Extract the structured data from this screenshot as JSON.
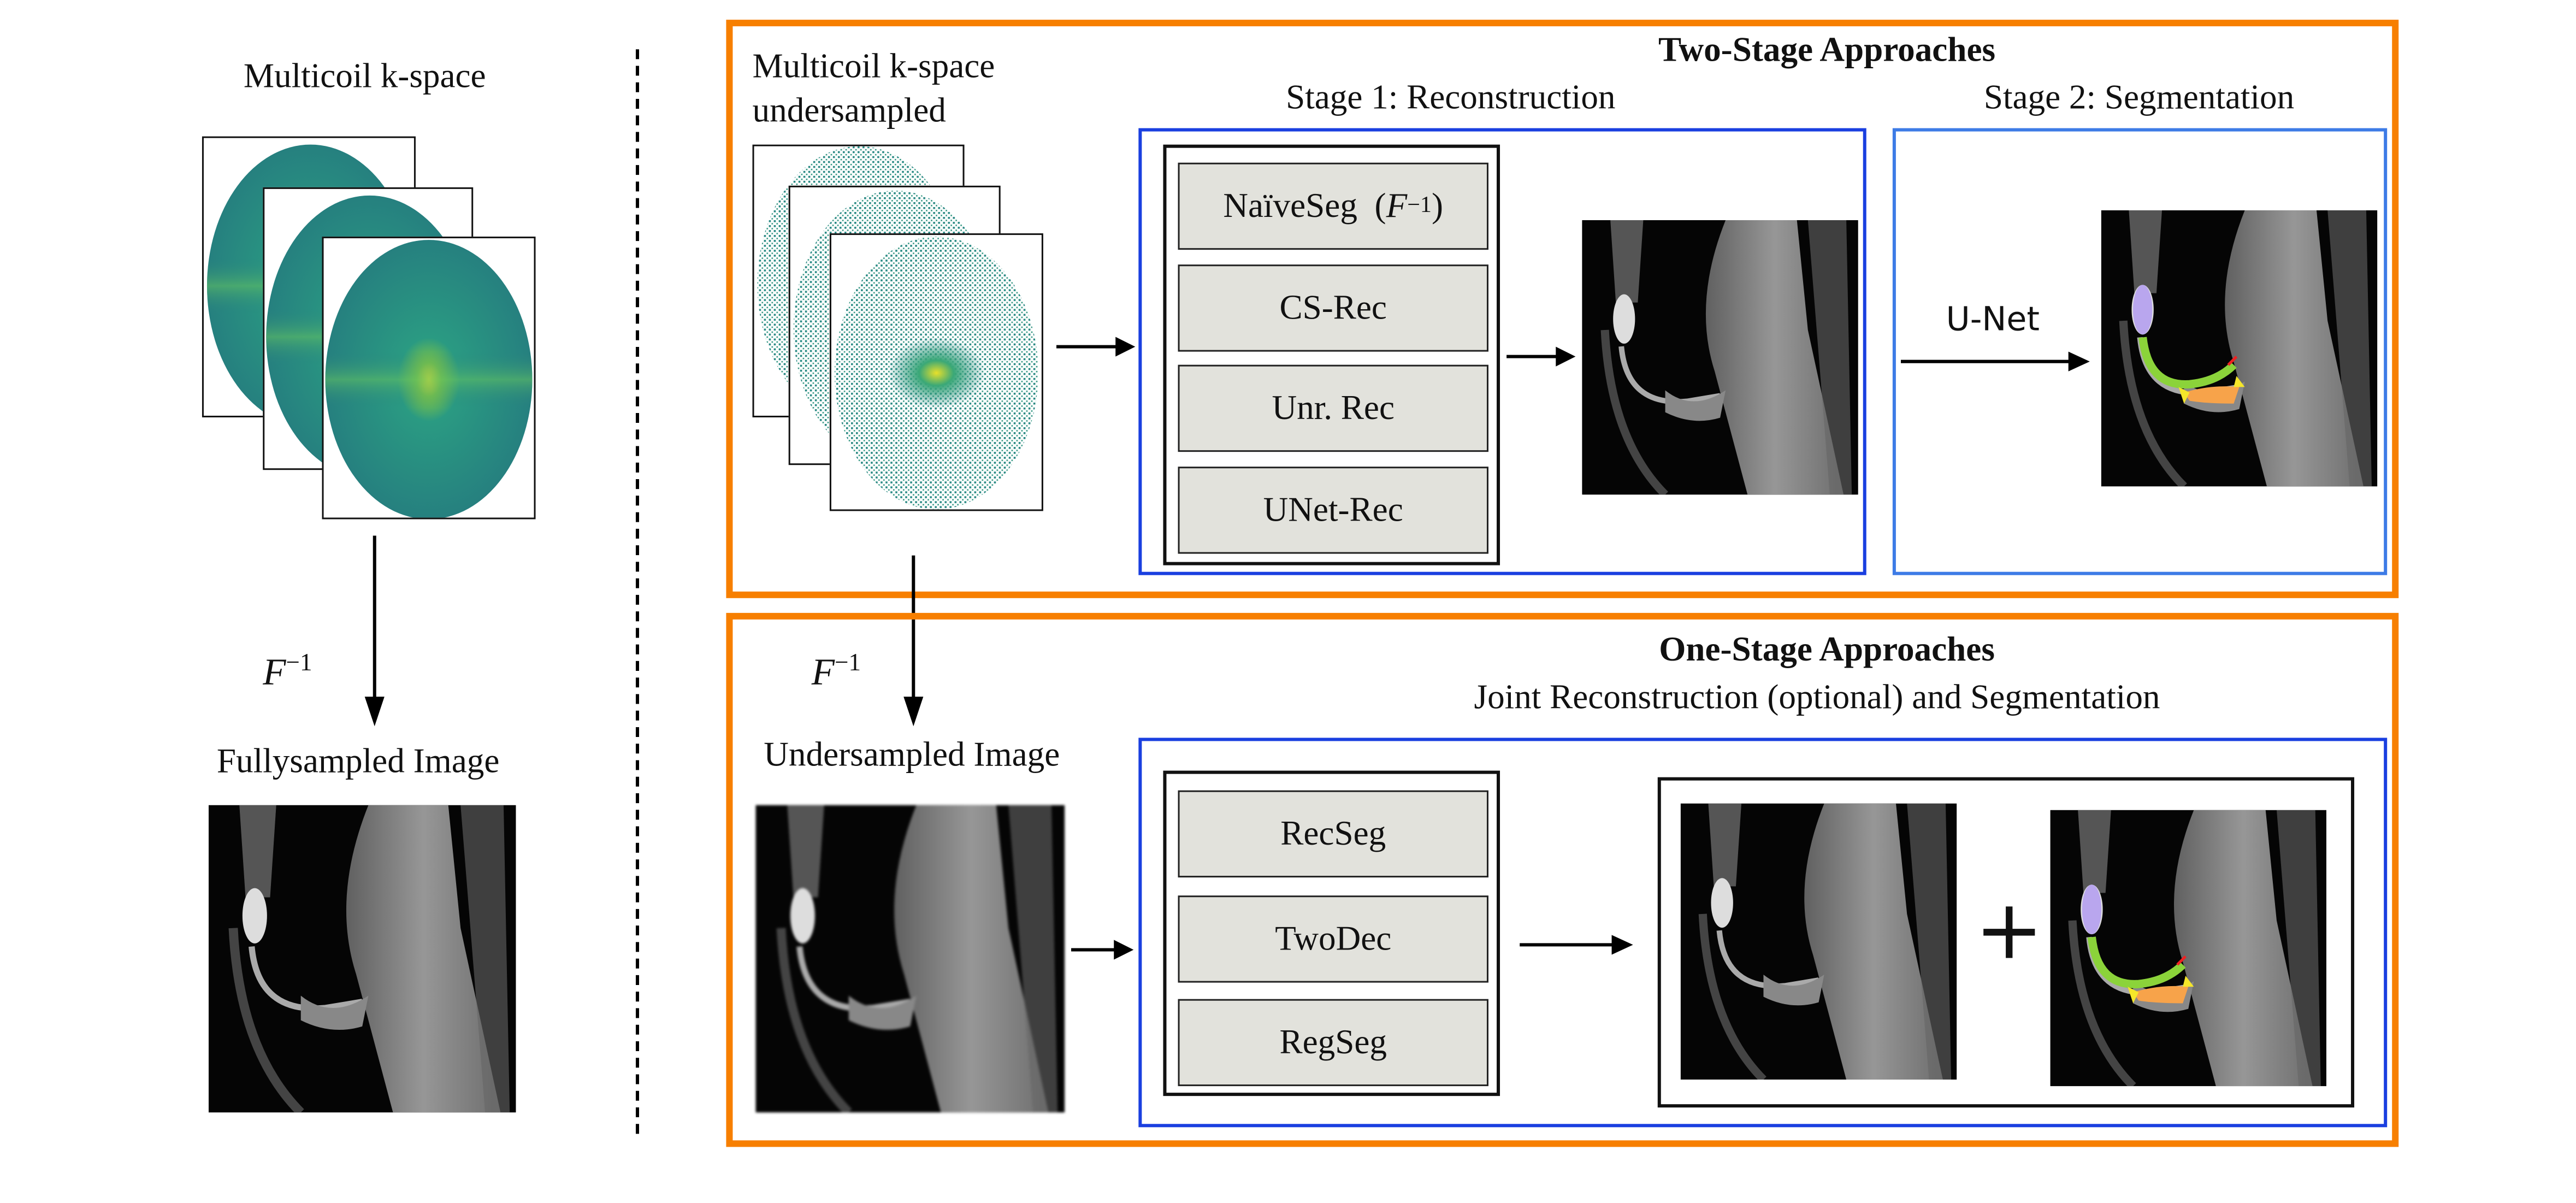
{
  "left_panel": {
    "kspace_label": "Multicoil k-space",
    "transform_label": "F",
    "transform_sup": "−1",
    "image_label": "Fullysampled Image"
  },
  "two_stage": {
    "title": "Two-Stage Approaches",
    "input_label_line1": "Multicoil k-space",
    "input_label_line2": "undersampled",
    "stage1_label": "Stage 1: Reconstruction",
    "stage2_label": "Stage 2: Segmentation",
    "methods": [
      "NaïveSeg",
      "CS-Rec",
      "Unr. Rec",
      "UNet-Rec"
    ],
    "naiveseg_suffix": "F",
    "naiveseg_sup": "−1",
    "segmenter_label": "U-Net"
  },
  "one_stage": {
    "title": "One-Stage Approaches",
    "subtitle": "Joint Reconstruction (optional) and Segmentation",
    "transform_label": "F",
    "transform_sup": "−1",
    "input_label": "Undersampled Image",
    "methods": [
      "RecSeg",
      "TwoDec",
      "RegSeg"
    ],
    "plus": "+"
  },
  "colors": {
    "group_border": "#f77f00",
    "stage_border": "#1a3fe0",
    "method_fill": "#e2e2dc",
    "kspace": "#2a8c82"
  }
}
